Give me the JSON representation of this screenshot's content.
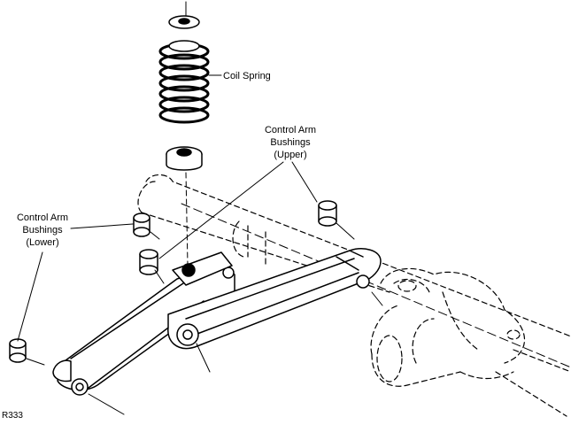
{
  "labels": {
    "coil_spring": "Coil Spring",
    "upper_bushings": [
      "Control Arm",
      "Bushings",
      "(Upper)"
    ],
    "lower_bushings": [
      "Control Arm",
      "Bushings",
      "(Lower)"
    ]
  },
  "figure_id": "R333"
}
